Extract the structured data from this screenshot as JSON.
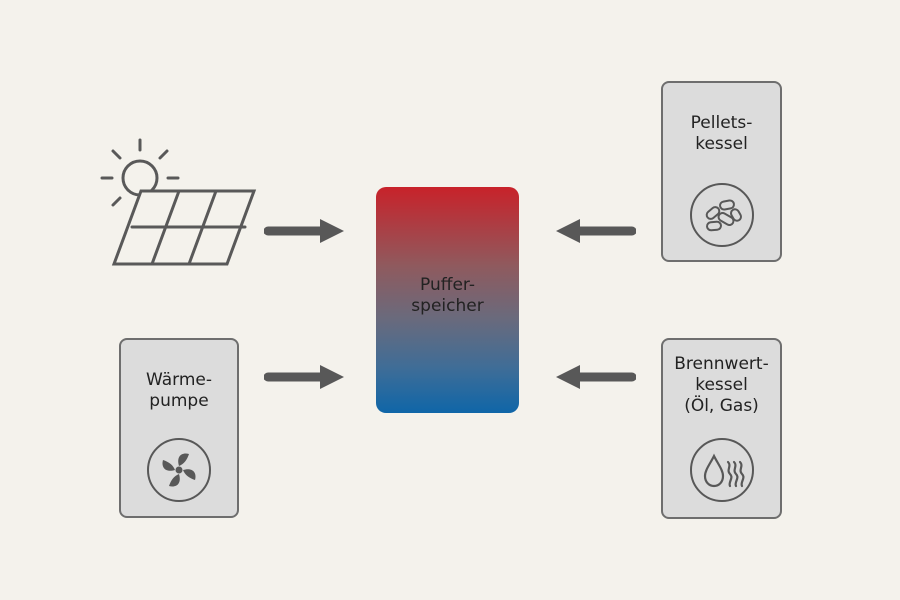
{
  "buffer_tank": {
    "label": "Puffer-\nspeicher"
  },
  "sources": {
    "solar": {
      "icon": "solar-panel-sun-icon"
    },
    "heat_pump": {
      "label": "Wärme-\npumpe",
      "icon": "fan-icon"
    },
    "pellet_boiler": {
      "label": "Pellets-\nkessel",
      "icon": "pellets-icon"
    },
    "condensing_boiler": {
      "label": "Brennwert-\nkessel\n(Öl, Gas)",
      "icon": "flame-drop-heat-icon"
    }
  },
  "colors": {
    "hot": "#c8222a",
    "cold": "#0f66a8",
    "stroke": "#585858",
    "box": "#dcdcdc"
  }
}
